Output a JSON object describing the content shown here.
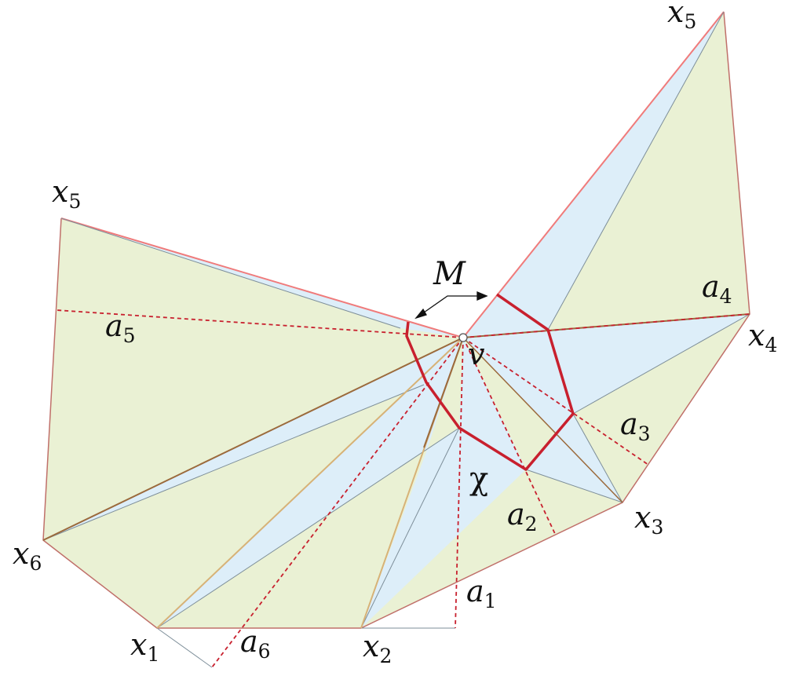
{
  "labels": {
    "x5_left": {
      "main": "x",
      "sub": "5"
    },
    "x5_top": {
      "main": "x",
      "sub": "5"
    },
    "x4": {
      "main": "x",
      "sub": "4"
    },
    "x3": {
      "main": "x",
      "sub": "3"
    },
    "x2": {
      "main": "x",
      "sub": "2"
    },
    "x1": {
      "main": "x",
      "sub": "1"
    },
    "x6": {
      "main": "x",
      "sub": "6"
    },
    "a1": {
      "main": "a",
      "sub": "1"
    },
    "a2": {
      "main": "a",
      "sub": "2"
    },
    "a3": {
      "main": "a",
      "sub": "3"
    },
    "a4": {
      "main": "a",
      "sub": "4"
    },
    "a5": {
      "main": "a",
      "sub": "5"
    },
    "a6": {
      "main": "a",
      "sub": "6"
    },
    "v": "v",
    "M": "M",
    "chi": "χ"
  },
  "colors": {
    "green_fill": "#eaf1d4",
    "blue_fill": "#ddeef9",
    "outline": "#c0706a",
    "top_edge": "#f07b7b",
    "brown_line": "#9b6a3c",
    "tan_line": "#d7b277",
    "gray_line": "#7d8e99",
    "red": "#c8202e",
    "dashed_red": "#c8202e"
  }
}
